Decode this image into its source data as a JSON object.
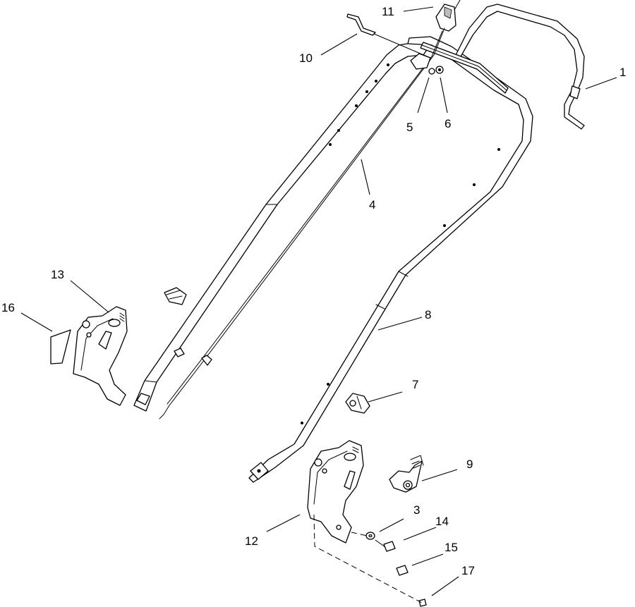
{
  "callouts": [
    "1",
    "3",
    "4",
    "5",
    "6",
    "7",
    "8",
    "9",
    "10",
    "11",
    "12",
    "13",
    "14",
    "15",
    "16",
    "17"
  ]
}
